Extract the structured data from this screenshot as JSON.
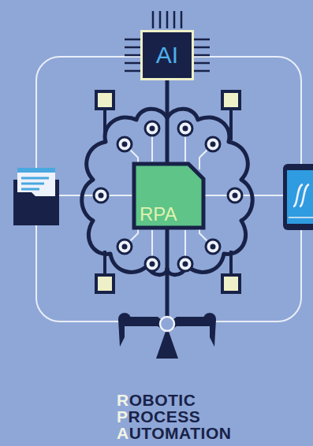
{
  "diagram": {
    "nodes": [
      {
        "text": [
          "AI"
        ]
      },
      {
        "text": [
          "RPA"
        ]
      }
    ],
    "labels": [
      "ROBOTIC",
      "PROCESS",
      "AUTOMATION"
    ]
  }
}
